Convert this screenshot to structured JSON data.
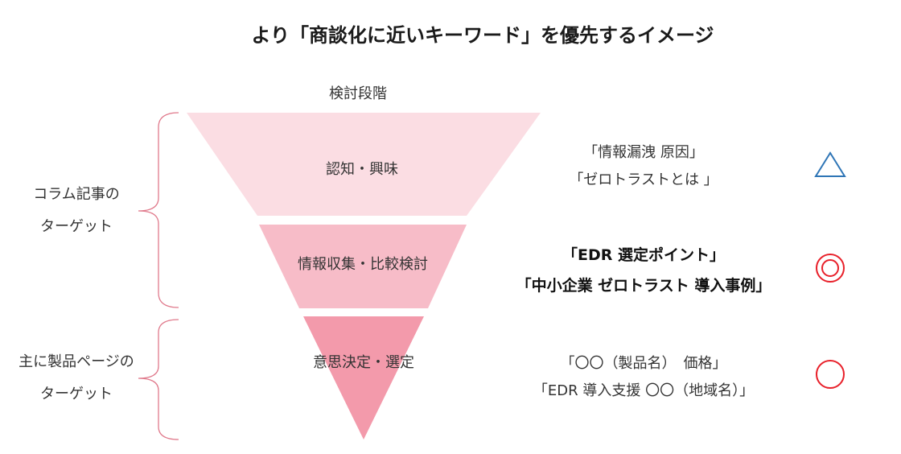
{
  "title": "より「商談化に近いキーワード」を優先するイメージ",
  "funnel_header": "検討段階",
  "stages": [
    {
      "label": "認知・興味",
      "color": "#fbdde3"
    },
    {
      "label": "情報収集・比較検討",
      "color": "#f7bcc8"
    },
    {
      "label": "意思決定・選定",
      "color": "#f39aab"
    }
  ],
  "keywords": [
    {
      "lines": [
        "「情報漏洩 原因」",
        "「ゼロトラストとは 」"
      ],
      "bold": false,
      "rating": "triangle"
    },
    {
      "lines": [
        "「EDR 選定ポイント」",
        "「中小企業 ゼロトラスト 導入事例」"
      ],
      "bold": true,
      "rating": "double-circle"
    },
    {
      "lines": [
        "「〇〇（製品名）　価格」",
        "「EDR 導入支援 〇〇（地域名）」"
      ],
      "bold": false,
      "rating": "circle"
    }
  ],
  "side_labels": [
    {
      "lines": [
        "コラム記事の",
        "ターゲット"
      ]
    },
    {
      "lines": [
        "主に製品ページの",
        "ターゲット"
      ]
    }
  ],
  "colors": {
    "brace": "#e07a8c",
    "triangle": "#2e75b6",
    "circle": "#e8202a"
  }
}
